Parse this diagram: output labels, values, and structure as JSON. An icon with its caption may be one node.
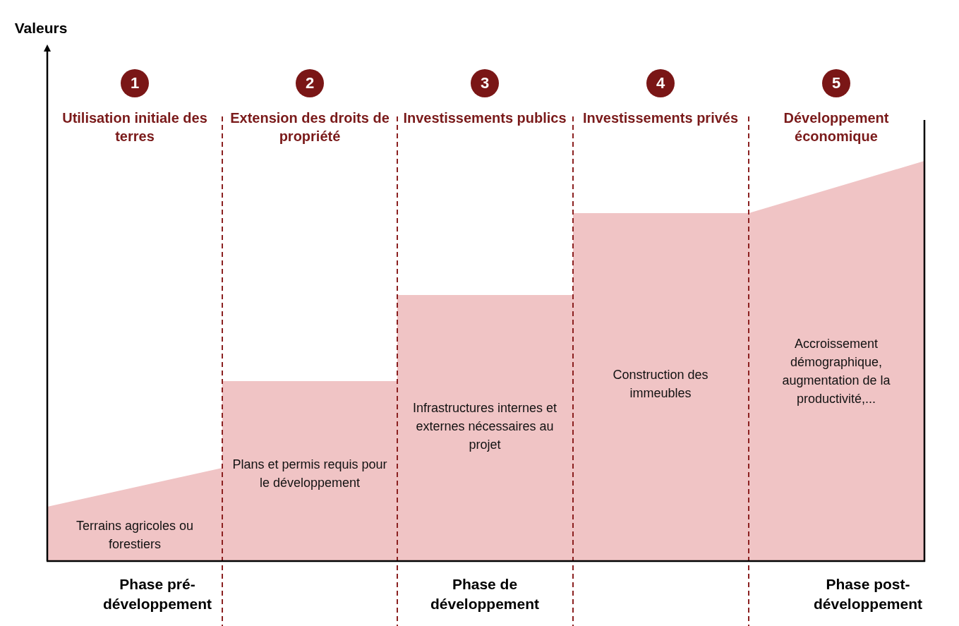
{
  "diagram": {
    "labels": [
      "Valeurs",
      "1",
      "2",
      "3",
      "4",
      "5",
      "Utilisation initiale des terres",
      "Extension des droits de propriété",
      "Investissements publics",
      "Investissements privés",
      "Développement économique",
      "Terrains agricoles ou forestiers",
      "Plans et permis requis pour le développement",
      "Infrastructures internes et externes nécessaires au projet",
      "Construction des immeubles",
      "Accroissement démographique, augmentation de la productivité,...",
      "Phase pré-développement",
      "Phase de développement",
      "Phase post-développement"
    ]
  }
}
